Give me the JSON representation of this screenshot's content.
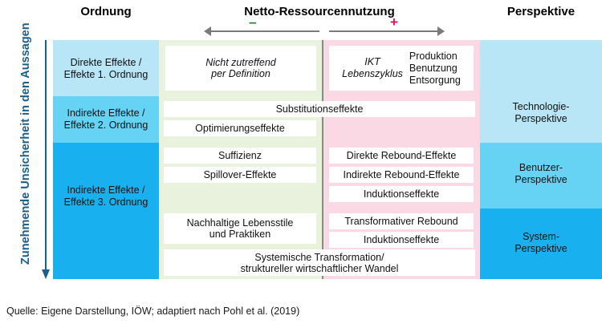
{
  "headers": {
    "ordnung": "Ordnung",
    "netto": "Netto-Ressourcennutzung",
    "perspektive": "Perspektive",
    "minus_sign": "–",
    "plus_sign": "+"
  },
  "axis": {
    "label": "Zunehmende Unsicherheit in den Aussagen",
    "color": "#1b5f8c"
  },
  "orders": [
    {
      "label_line1": "Direkte Effekte /",
      "label_line2": "Effekte 1. Ordnung"
    },
    {
      "label_line1": "Indirekte Effekte /",
      "label_line2": "Effekte 2. Ordnung"
    },
    {
      "label_line1": "Indirekte Effekte /",
      "label_line2": "Effekte 3. Ordnung"
    }
  ],
  "perspectives": [
    {
      "line1": "Technologie-",
      "line2": "Perspektive"
    },
    {
      "line1": "Benutzer-",
      "line2": "Perspektive"
    },
    {
      "line1": "System-",
      "line2": "Perspektive"
    }
  ],
  "cells": {
    "row1_green": {
      "line1": "Nicht zutreffend",
      "line2": "per Definition"
    },
    "row1_pink": {
      "italic": "IKT\nLebenszyklus",
      "left_line1": "IKT",
      "left_line2": "Lebenszyklus",
      "right_line1": "Produktion",
      "right_line2": "Benutzung",
      "right_line3": "Entsorgung"
    },
    "row2_span": "Substitutionseffekte",
    "row2_green": "Optimierungseffekte",
    "row3a_green": [
      "Suffizienz",
      "Spillover-Effekte"
    ],
    "row3a_pink": [
      "Direkte Rebound-Effekte",
      "Indirekte Rebound-Effekte",
      "Induktionseffekte"
    ],
    "row3b_green": {
      "line1": "Nachhaltige Lebensstile",
      "line2": "und Praktiken"
    },
    "row3b_pink": [
      "Transformativer Rebound",
      "Induktionseffekte"
    ],
    "row3b_span": {
      "line1": "Systemische Transformation/",
      "line2": "struktureller wirtschaftlicher Wandel"
    }
  },
  "source": "Quelle: Eigene Darstellung, IÖW; adaptiert nach Pohl et al. (2019)",
  "colors": {
    "green_bg": "#e9f2dd",
    "pink_bg": "#fbd9e4",
    "blue_light": "#b8e6f7",
    "blue_mid": "#66d3f5",
    "blue_dark": "#18b0ef",
    "minus": "#1f7a33",
    "plus": "#e0115f",
    "axis": "#1b5f8c"
  }
}
